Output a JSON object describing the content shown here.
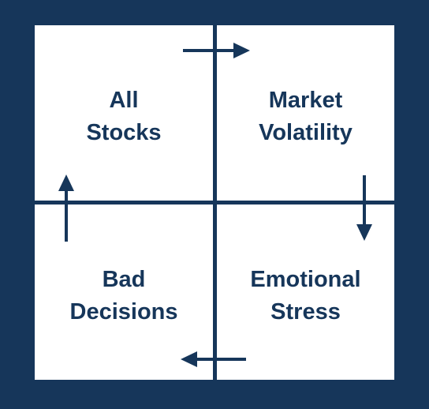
{
  "diagram": {
    "colors": {
      "background": "#16365a",
      "panel": "#ffffff",
      "text": "#16365a"
    },
    "quadrants": {
      "top_left": "All\nStocks",
      "top_right": "Market\nVolatility",
      "bottom_right": "Emotional\nStress",
      "bottom_left": "Bad\nDecisions"
    },
    "arrows": [
      "arrow-right-icon",
      "arrow-down-icon",
      "arrow-left-icon",
      "arrow-up-icon"
    ]
  }
}
